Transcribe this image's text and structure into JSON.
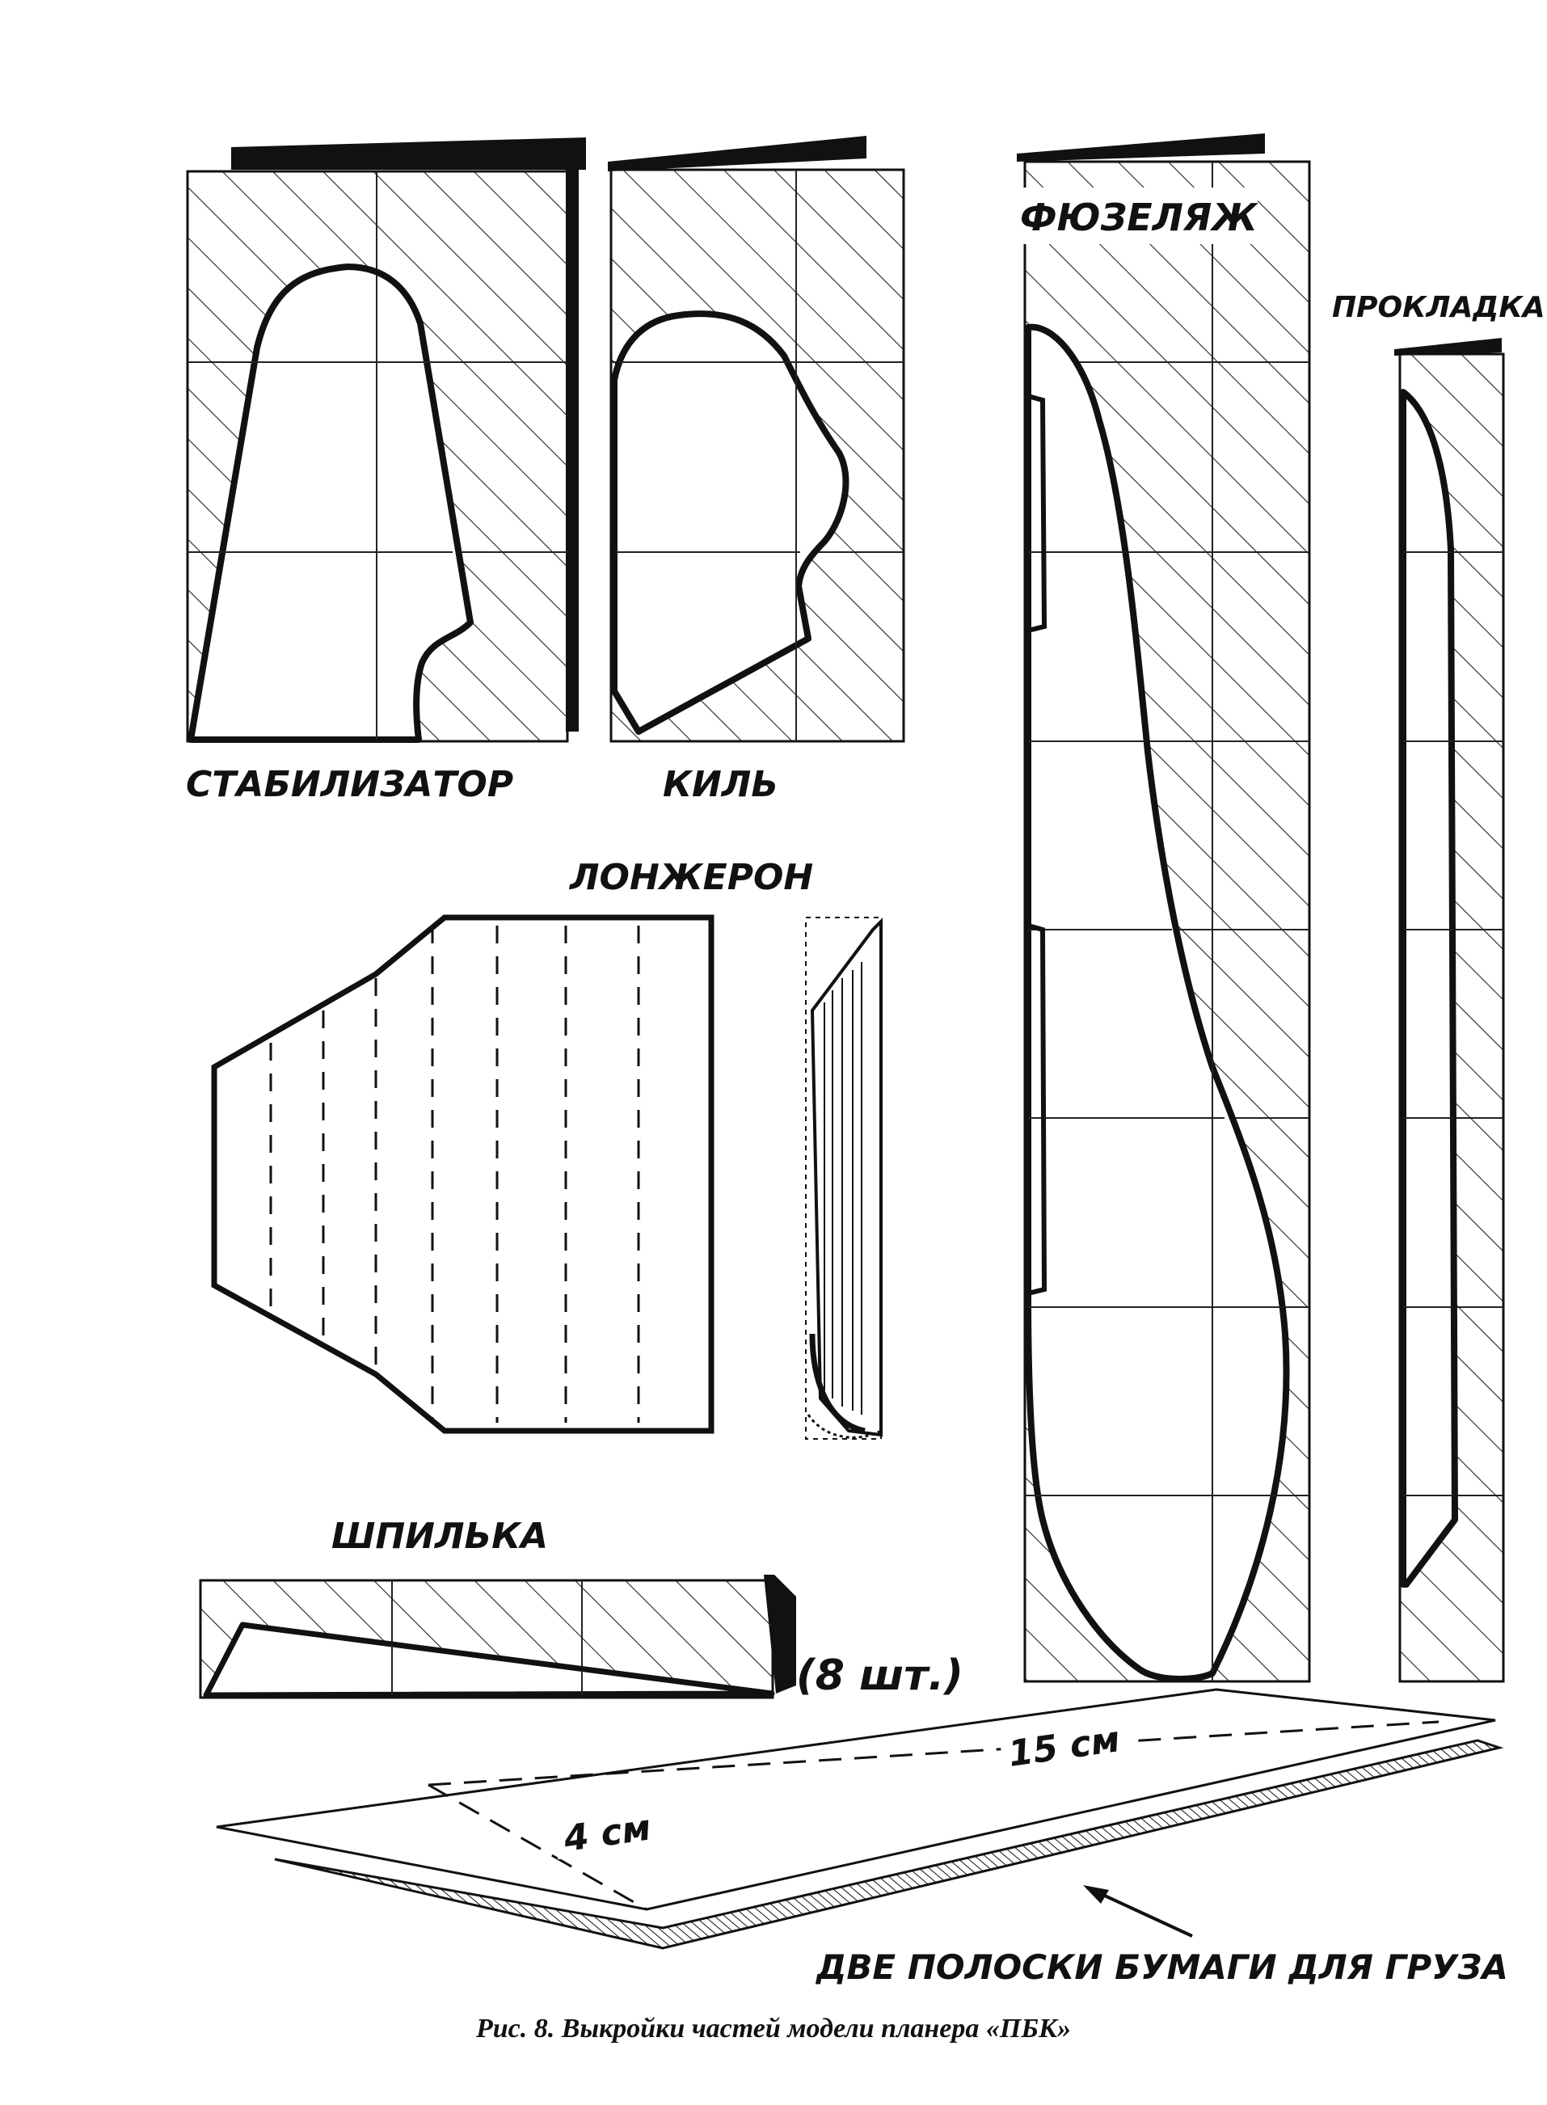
{
  "labels": {
    "stabilizer": "СТАБИЛИЗАТОР",
    "fin": "КИЛЬ",
    "fuselage": "ФЮЗЕЛЯЖ",
    "spacer": "ПРОКЛАДКА",
    "spar": "ЛОНЖЕРОН",
    "pin": "ШПИЛЬКА",
    "pin_count": "(8 шт.)",
    "dim_width": "4 см",
    "dim_length": "15 см",
    "ballast_strips": "ДВЕ ПОЛОСКИ БУМАГИ ДЛЯ ГРУЗА"
  },
  "caption": "Рис. 8. Выкройки частей модели планера «ПБК»",
  "colors": {
    "ink": "#111111",
    "paper": "#ffffff"
  }
}
